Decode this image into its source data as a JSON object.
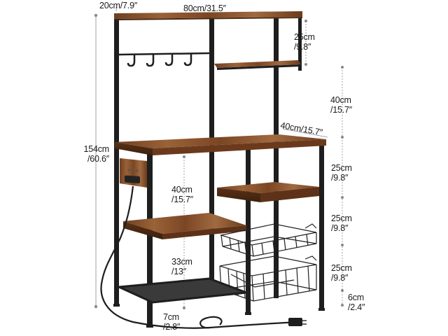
{
  "dimensions": {
    "top_width": "80cm/31.5″",
    "top_depth": "20cm/7.9″",
    "total_height_cm": "154cm",
    "total_height_in": "/60.6″",
    "upper_gap_cm": "25cm",
    "upper_gap_in": "/9.8″",
    "mid_height_cm": "40cm",
    "mid_height_in": "/15.7″",
    "table_depth": "40cm/15.7″",
    "right_shelf1_cm": "25cm",
    "right_shelf1_in": "/9.8″",
    "right_shelf2_cm": "25cm",
    "right_shelf2_in": "/9.8″",
    "right_shelf3_cm": "25cm",
    "right_shelf3_in": "/9.8″",
    "foot_clearance_cm": "6cm",
    "foot_clearance_in": "/2.4″",
    "inner_upper_cm": "40cm",
    "inner_upper_in": "/15.7″",
    "inner_lower_cm": "33cm",
    "inner_lower_in": "/13″",
    "bottom_gap_cm": "7cm",
    "bottom_gap_in": "/2.8″"
  },
  "colors": {
    "wood": "#8a5330",
    "wood_dark": "#5e3418",
    "frame": "#1c1c1c",
    "dim_line": "#888888"
  }
}
